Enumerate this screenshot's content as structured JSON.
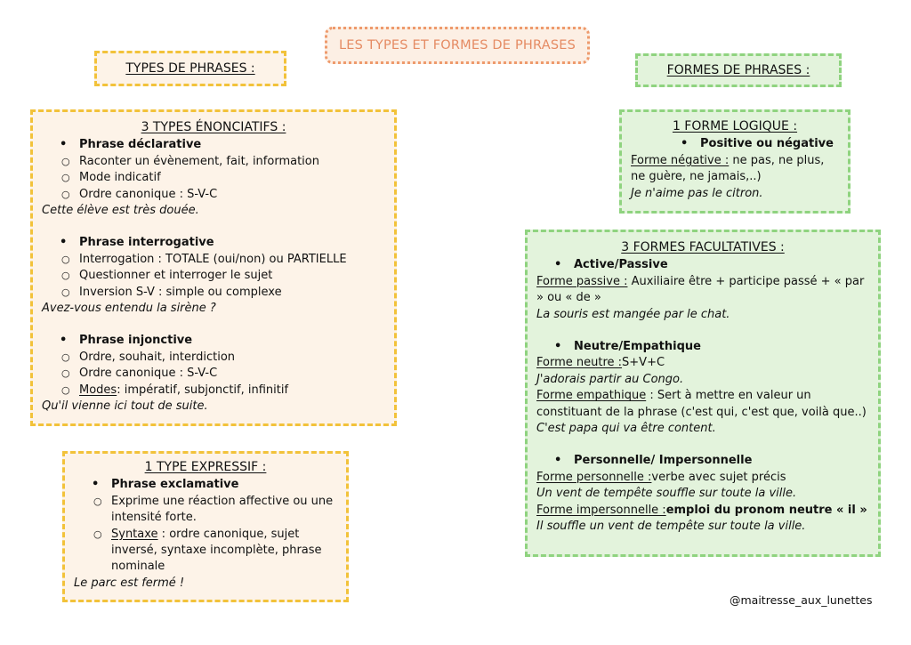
{
  "title": "LES TYPES ET FORMES DE PHRASES",
  "left_header": "TYPES DE PHRASES :",
  "right_header": "FORMES DE PHRASES :",
  "enonciatifs": {
    "heading": "3 TYPES ÉNONCIATIFS :",
    "declarative": {
      "label": "Phrase déclarative",
      "items": [
        "Raconter un évènement, fait, information",
        "Mode indicatif",
        "Ordre canonique : S-V-C"
      ],
      "example": "Cette élève est très douée."
    },
    "interrogative": {
      "label": "Phrase interrogative",
      "items": [
        "Interrogation : TOTALE (oui/non) ou PARTIELLE",
        "Questionner et interroger le sujet",
        "Inversion S-V : simple ou complexe"
      ],
      "example": "Avez-vous entendu la sirène ?"
    },
    "injonctive": {
      "label": "Phrase injonctive",
      "items": [
        "Ordre, souhait, interdiction",
        "Ordre canonique : S-V-C"
      ],
      "modes_label": "Modes",
      "modes_text": " : impératif, subjonctif, infinitif",
      "example": "Qu'il vienne ici tout de suite."
    }
  },
  "expressif": {
    "heading": "1 TYPE EXPRESSIF :",
    "label": "Phrase exclamative",
    "item1": "Exprime une réaction affective ou une intensité forte.",
    "syntaxe_label": "Syntaxe",
    "syntaxe_text": " : ordre canonique, sujet inversé, syntaxe incomplète, phrase nominale",
    "example": "Le parc est fermé !"
  },
  "logique": {
    "heading": "1 FORME LOGIQUE :",
    "label": "Positive ou négative",
    "neg_label": "Forme négative :",
    "neg_text": " ne pas, ne plus, ne guère, ne jamais,..)",
    "example": "Je n'aime pas le citron."
  },
  "facultatives": {
    "heading": "3 FORMES FACULTATIVES :",
    "active": {
      "label": "Active/Passive",
      "passive_label": "Forme passive :",
      "passive_text": " Auxiliaire être + participe passé + « par » ou « de »",
      "example": "La souris est mangée par le chat."
    },
    "neutre": {
      "label": "Neutre/Empathique",
      "neutre_label": "Forme neutre :",
      "neutre_text": " S+V+C",
      "neutre_example": "J'adorais partir au Congo.",
      "emph_label": "Forme empathique",
      "emph_text": " : Sert à mettre en valeur un constituant de la phrase (c'est qui, c'est que, voilà que..)",
      "emph_example": "C'est papa qui va être content."
    },
    "personnelle": {
      "label": "Personnelle/ Impersonnelle",
      "pers_label": "Forme personnelle :",
      "pers_text": " verbe avec sujet précis",
      "pers_example": "Un vent de tempête souffle sur toute la ville.",
      "imp_label": "Forme impersonnelle :",
      "imp_text": " emploi du pronom neutre « il »",
      "imp_example": "Il souffle un vent de tempête sur toute la ville."
    }
  },
  "signature": "@maitresse_aux_lunettes"
}
